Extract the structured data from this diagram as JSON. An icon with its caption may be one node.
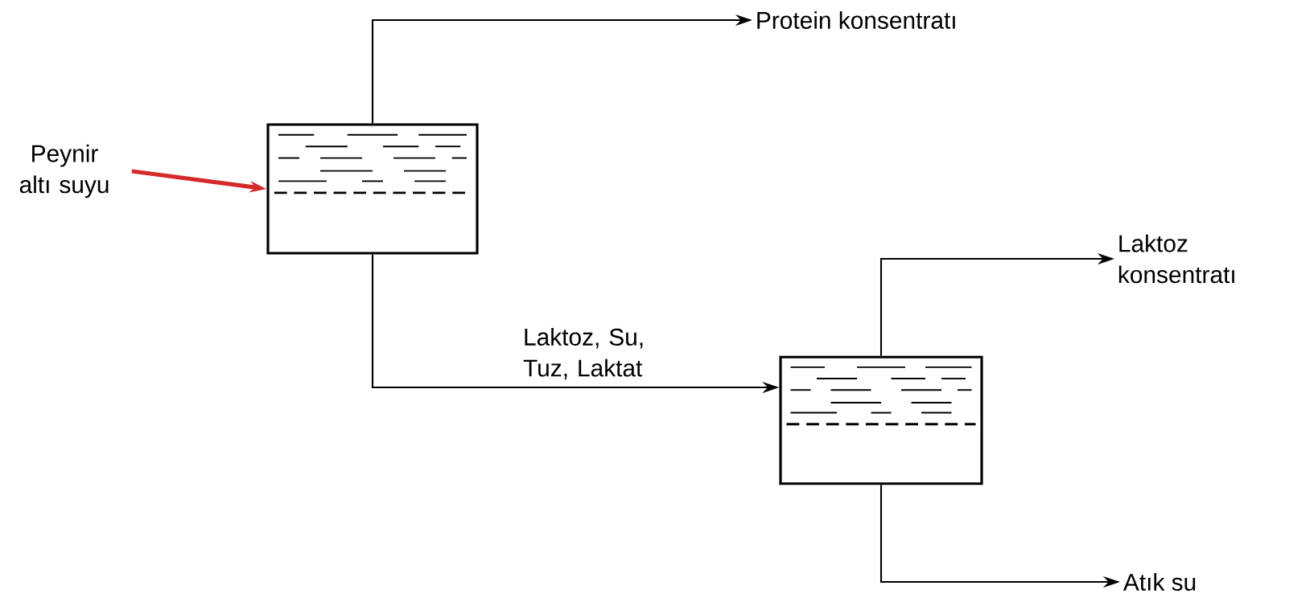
{
  "diagram": {
    "nodes": [
      {
        "text": [
          "Peynir altı suyu"
        ]
      },
      {
        "text": [],
        "shape": "box"
      },
      {
        "text": [
          "Protein konsentratı"
        ]
      },
      {
        "text": [],
        "shape": "box"
      },
      {
        "text": [
          "Laktoz konsentratı"
        ]
      },
      {
        "text": [
          "Atık su"
        ]
      }
    ],
    "edges": [
      {
        "from": 0,
        "to": 1,
        "arrow": "to",
        "style": "thick",
        "color": "#d42a2a"
      },
      {
        "from": 1,
        "to": 2,
        "arrow": "to"
      },
      {
        "from": 1,
        "to": 3,
        "arrow": "to",
        "label": "Laktoz, Su, Tuz, Laktat"
      },
      {
        "from": 3,
        "to": 4,
        "arrow": "to"
      },
      {
        "from": 3,
        "to": 5,
        "arrow": "to"
      }
    ]
  }
}
